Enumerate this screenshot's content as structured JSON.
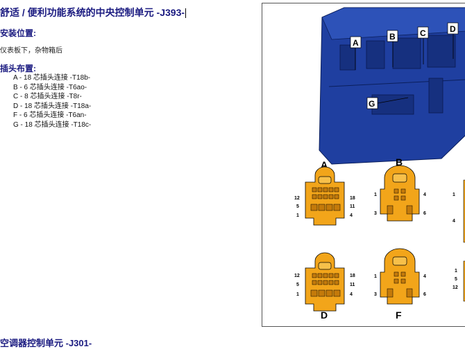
{
  "title": "舒适 / 便利功能系统的中央控制单元 -J393-",
  "install_heading": "安装位置:",
  "install_location": "仪表板下，杂物箱后",
  "plug_heading": "插头布置:",
  "plugs": [
    "A - 18 芯插头连接 -T18b-",
    "B - 6 芯插头连接 -T6ao-",
    "C - 8 芯插头连接 -T8r-",
    "D - 18 芯插头连接 -T18a-",
    "F - 6 芯插头连接 -T6an-",
    "G - 18 芯插头连接 -T18c-"
  ],
  "figure": {
    "unit_labels": [
      "A",
      "B",
      "C",
      "D",
      "G"
    ],
    "connector_A": {
      "label": "A",
      "pins": [
        "12",
        "5",
        "1",
        "18",
        "11",
        "4"
      ]
    },
    "connector_B": {
      "label": "B",
      "pins": [
        "1",
        "3",
        "4",
        "6"
      ]
    },
    "connector_D": {
      "label": "D",
      "pins": [
        "12",
        "5",
        "1",
        "18",
        "11",
        "4"
      ]
    },
    "connector_F": {
      "label": "F",
      "pins": [
        "1",
        "3",
        "4",
        "6"
      ]
    },
    "partial_top_pins": [
      "1",
      "4"
    ],
    "partial_bottom_pins": [
      "1",
      "5",
      "12"
    ],
    "colors": {
      "housing": "#1f3fa0",
      "connector": "#f2a51a",
      "outline": "#000000"
    }
  },
  "next_section": "空调器控制单元 -J301-"
}
